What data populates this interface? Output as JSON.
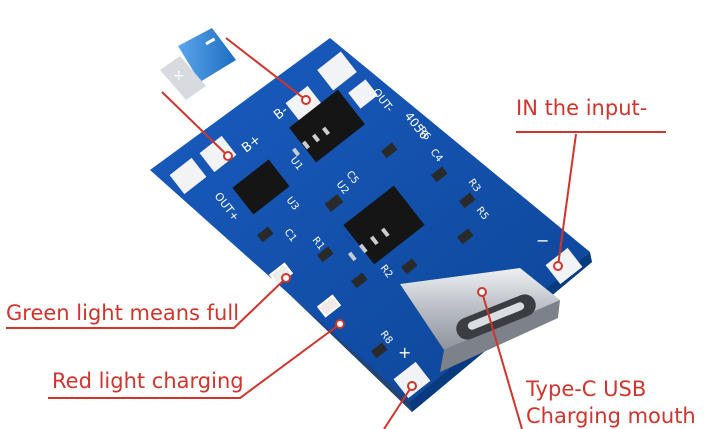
{
  "callouts": {
    "input": "IN the input-",
    "green": "Green light means full",
    "red": "Red light charging",
    "typec_line1": "Type-C USB",
    "typec_line2": "Charging mouth"
  },
  "board_labels": {
    "b_minus": "B-",
    "b_plus": "B+",
    "out_minus": "OUT-",
    "out_plus": "OUT+",
    "model": "4056",
    "minus_sign": "−",
    "plus_sign": "+",
    "r1": "R1",
    "r2": "R2",
    "r3": "R3",
    "r5": "R5",
    "r6": "R6",
    "r8": "R8",
    "c1": "C1",
    "c4": "C4",
    "c5": "C5",
    "u1": "U1",
    "u2": "U2",
    "u3": "U3",
    "cap_plus": "+"
  },
  "colors": {
    "callout_red": "#d0342c",
    "board_blue": "#0f4fa8",
    "board_edge": "#083a80",
    "pad_white": "#f2f3f5",
    "chip_black": "#151515",
    "usb_silver": "#c9ccd1",
    "capacitor_blue": "#2a82d6"
  }
}
